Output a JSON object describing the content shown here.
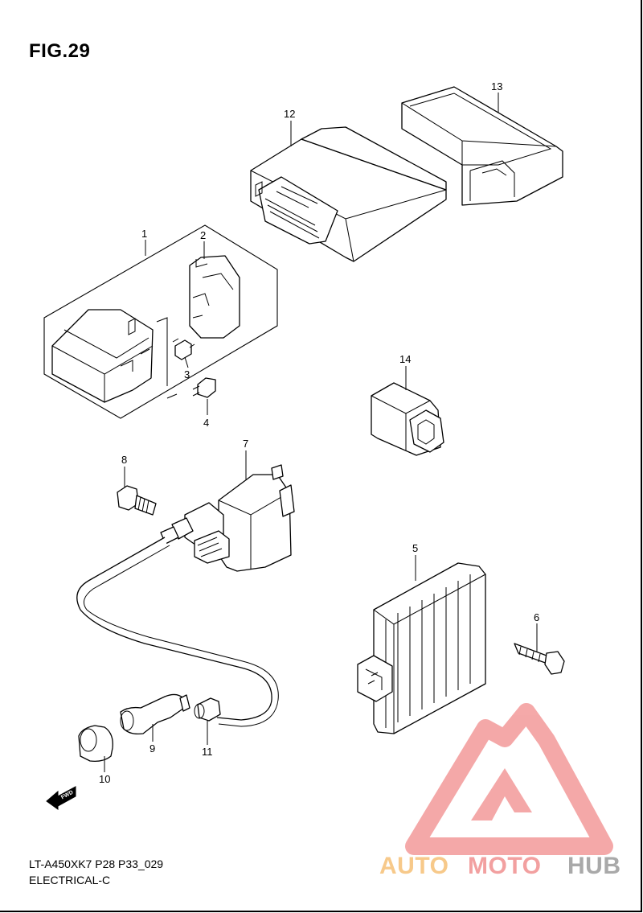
{
  "figure": {
    "title": "FIG.29",
    "model_code": "LT-A450XK7 P28 P33_029",
    "section": "ELECTRICAL-C"
  },
  "callouts": {
    "c1": "1",
    "c2": "2",
    "c3": "3",
    "c4": "4",
    "c5": "5",
    "c6": "6",
    "c7": "7",
    "c8": "8",
    "c9": "9",
    "c10": "10",
    "c11": "11",
    "c12": "12",
    "c13": "13",
    "c14": "14"
  },
  "fwd_label": "FWD",
  "watermark": {
    "part_auto": "AUTO",
    "part_moto": "MOTO",
    "part_hub": "HUB",
    "colors": {
      "auto": "#f7c98a",
      "moto": "#f2a0a0",
      "hub": "#a9a9a9",
      "logo": "#f39a9a"
    }
  }
}
